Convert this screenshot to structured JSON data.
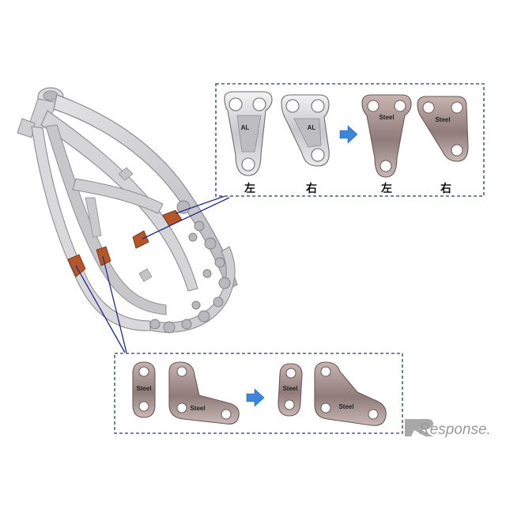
{
  "top_panel": {
    "labels": {
      "al_left": "AL",
      "al_right": "AL",
      "steel_left": "Steel",
      "steel_right": "Steel"
    },
    "captions": [
      "左",
      "右",
      "左",
      "右"
    ]
  },
  "bottom_panel": {
    "labels": [
      "Steel",
      "Steel",
      "Steel",
      "Steel"
    ]
  },
  "watermark": {
    "text": "Response."
  },
  "colors": {
    "frame": "#c9c9cc",
    "frame_edge": "#8e8e92",
    "aluminum": "#d6d6d8",
    "steel": "#a99a98",
    "steel_dark": "#8a7a78",
    "highlight": "#b5552a",
    "arrow": "#3b86d6",
    "dash_border": "#2b3a66",
    "leader": "#1f2a8a"
  }
}
